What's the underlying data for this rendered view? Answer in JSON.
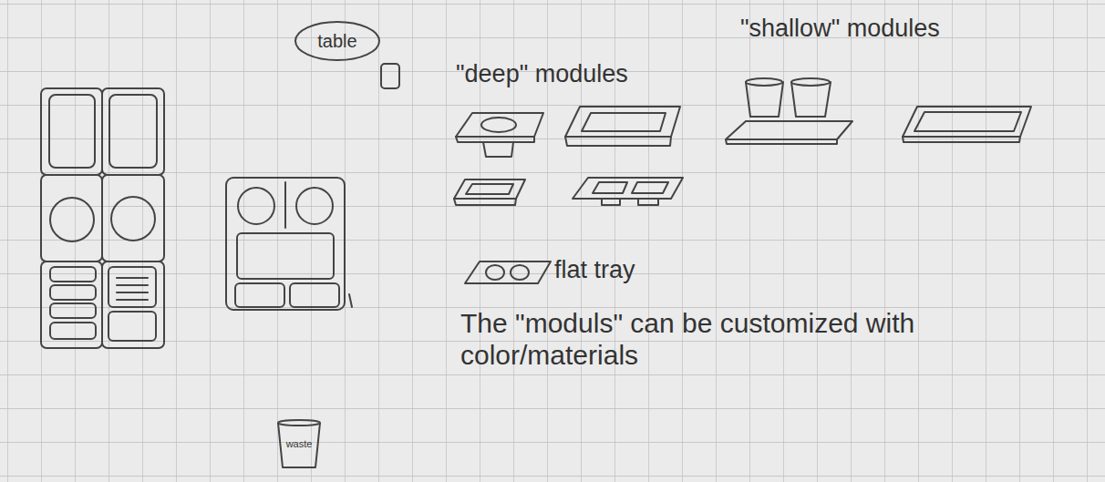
{
  "diagram": {
    "nodes": [
      {
        "text": [
          "table"
        ]
      },
      {
        "text": [
          "waste"
        ]
      }
    ],
    "labels": [
      "\"deep\" modules",
      "\"shallow\" modules",
      "flat tray",
      "The \"moduls\" can be customized with color/materials"
    ]
  }
}
